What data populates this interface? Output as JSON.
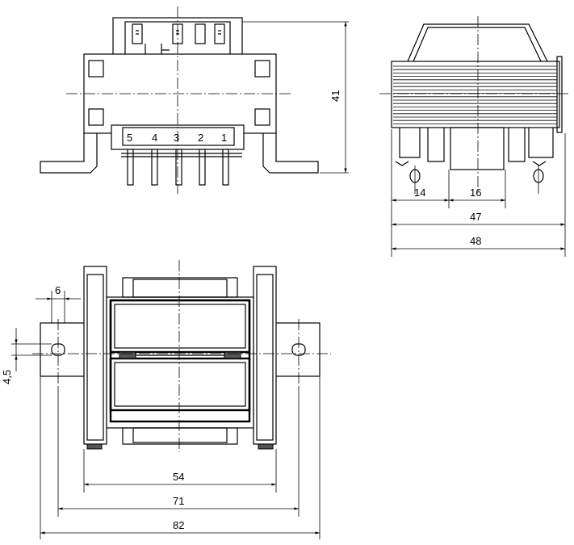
{
  "front_view": {
    "pin_labels": [
      "5",
      "4",
      "3",
      "2",
      "1"
    ],
    "height_dim": "41"
  },
  "side_view": {
    "dims": [
      "14",
      "16",
      "47",
      "48"
    ]
  },
  "top_view": {
    "dims": [
      "6",
      "4,5",
      "54",
      "71",
      "82"
    ]
  }
}
